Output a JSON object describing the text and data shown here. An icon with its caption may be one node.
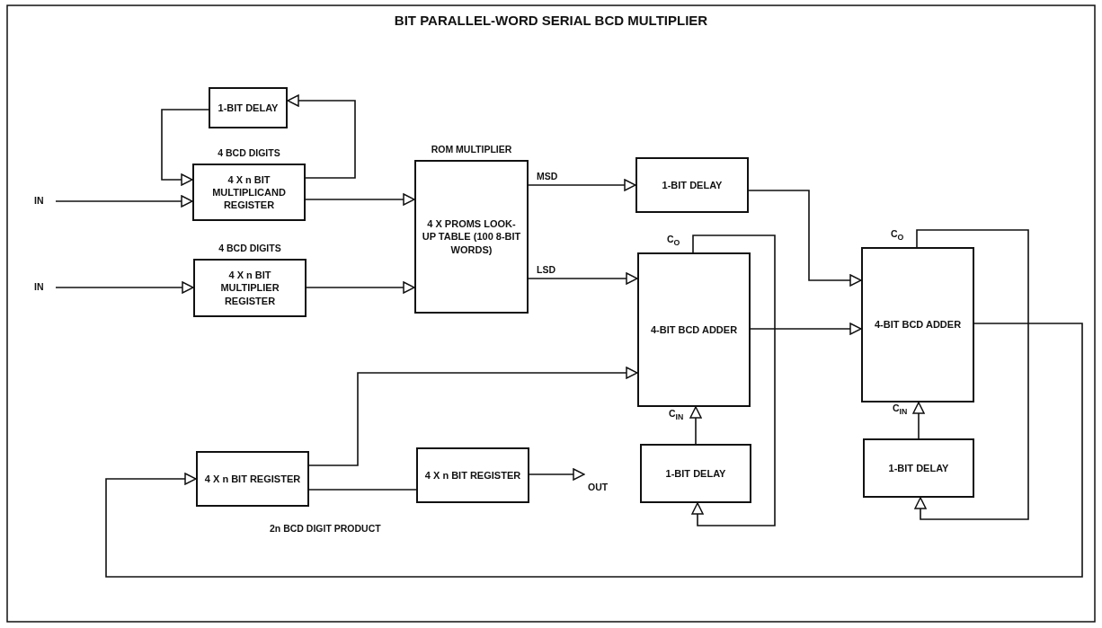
{
  "diagram": {
    "title": "BIT PARALLEL-WORD SERIAL BCD MULTIPLIER",
    "nodes": [
      {
        "text": [
          "1-BIT DELAY"
        ]
      },
      {
        "text": [
          "4 BCD DIGITS",
          "4 X n BIT MULTIPLICAND REGISTER"
        ]
      },
      {
        "text": [
          "4 BCD DIGITS",
          "4 X n BIT MULTIPLIER REGISTER"
        ]
      },
      {
        "text": [
          "ROM MULTIPLIER",
          "4 X PROMS LOOK-UP TABLE (100 8-BIT WORDS)"
        ]
      },
      {
        "text": [
          "1-BIT DELAY"
        ]
      },
      {
        "text": [
          "4-BIT BCD ADDER"
        ]
      },
      {
        "text": [
          "4-BIT BCD ADDER"
        ]
      },
      {
        "text": [
          "4 X n BIT REGISTER"
        ]
      },
      {
        "text": [
          "4 X n BIT REGISTER"
        ]
      },
      {
        "text": [
          "1-BIT DELAY"
        ]
      },
      {
        "text": [
          "1-BIT DELAY"
        ]
      }
    ],
    "edges": [
      {
        "from": null,
        "to": 1,
        "arrow": "to",
        "label": "IN"
      },
      {
        "from": 1,
        "to": 0,
        "arrow": "to"
      },
      {
        "from": 0,
        "to": 1,
        "arrow": "to"
      },
      {
        "from": 1,
        "to": 3,
        "arrow": "to"
      },
      {
        "from": null,
        "to": 2,
        "arrow": "to",
        "label": "IN"
      },
      {
        "from": 2,
        "to": 3,
        "arrow": "to"
      },
      {
        "from": 3,
        "to": 4,
        "arrow": "to",
        "label": "MSD"
      },
      {
        "from": 3,
        "to": 5,
        "arrow": "to",
        "label": "LSD"
      },
      {
        "from": 4,
        "to": 6,
        "arrow": "to"
      },
      {
        "from": 5,
        "to": 6,
        "arrow": "to"
      },
      {
        "from": 5,
        "to": 9,
        "arrow": "to"
      },
      {
        "from": 9,
        "to": 5,
        "arrow": "to"
      },
      {
        "from": 6,
        "to": 10,
        "arrow": "to"
      },
      {
        "from": 10,
        "to": 6,
        "arrow": "to"
      },
      {
        "from": 6,
        "to": 7,
        "arrow": "to"
      },
      {
        "from": 7,
        "to": 5,
        "arrow": "to"
      },
      {
        "from": 7,
        "to": 8,
        "arrow": "none"
      },
      {
        "from": 8,
        "to": null,
        "arrow": "to",
        "label": "OUT"
      }
    ],
    "labels": [
      "C$_{O}$",
      "C$_{O}$",
      "C$_{IN}$",
      "C$_{IN}$",
      "2n BCD DIGIT PRODUCT"
    ]
  }
}
